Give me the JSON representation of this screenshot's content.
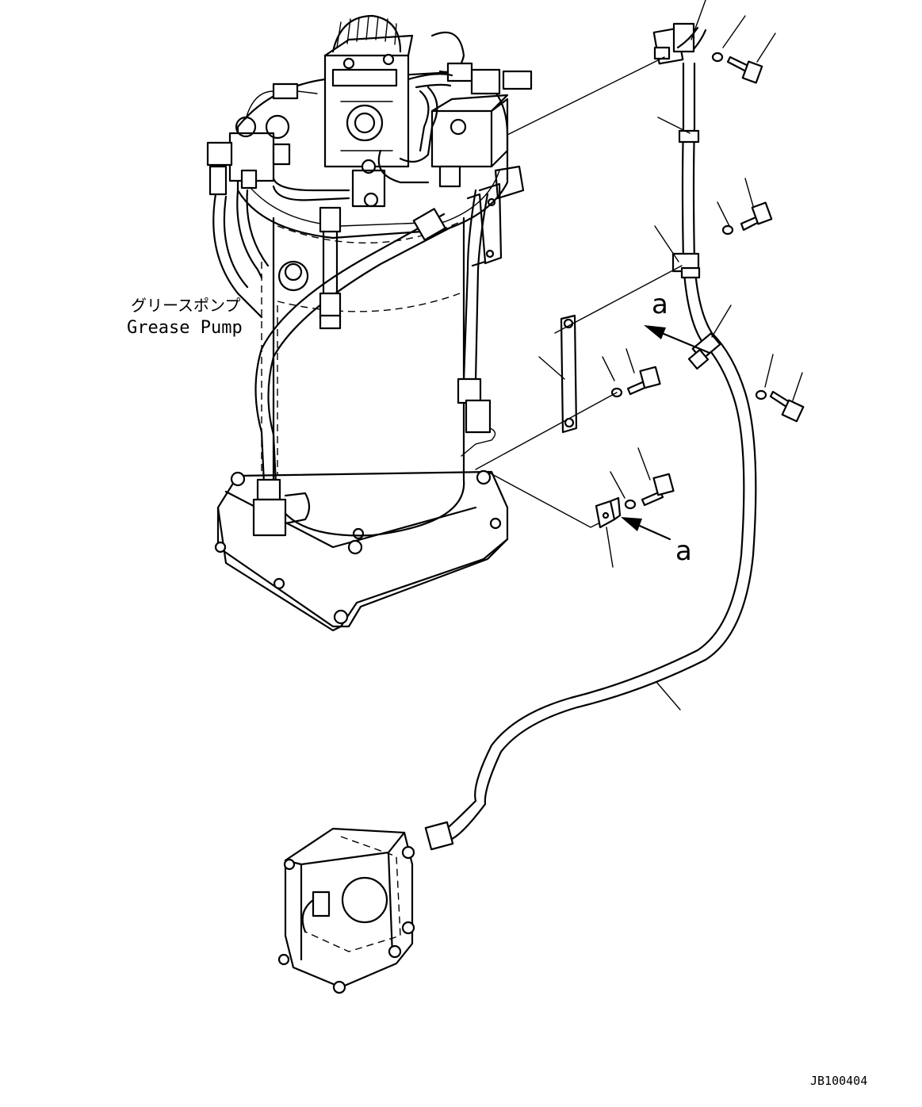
{
  "labels": {
    "pump_jp": "グリースポンプ",
    "pump_en": "Grease Pump",
    "view_a_top": "a",
    "view_a_bottom": "a",
    "drawing_code": "JB100404"
  }
}
